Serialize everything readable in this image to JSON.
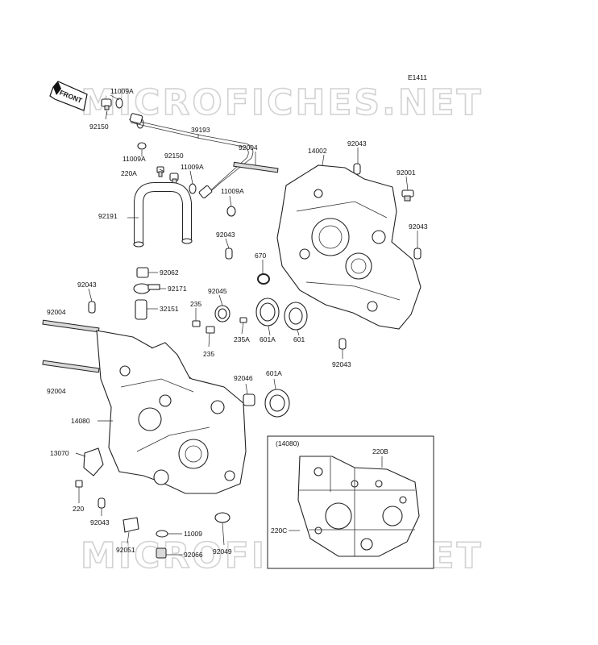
{
  "diagram": {
    "code": "E1411",
    "front_label": "FRONT",
    "watermark": "MICROFICHES.NET",
    "inset_title": "(14080)",
    "labels": [
      {
        "id": "l1",
        "text": "11009A"
      },
      {
        "id": "l2",
        "text": "92150"
      },
      {
        "id": "l3",
        "text": "39193"
      },
      {
        "id": "l4",
        "text": "11009A"
      },
      {
        "id": "l5",
        "text": "92150"
      },
      {
        "id": "l6",
        "text": "220A"
      },
      {
        "id": "l7",
        "text": "11009A"
      },
      {
        "id": "l8",
        "text": "11009A"
      },
      {
        "id": "l9",
        "text": "92004"
      },
      {
        "id": "l10",
        "text": "14002"
      },
      {
        "id": "l11",
        "text": "92043"
      },
      {
        "id": "l12",
        "text": "92001"
      },
      {
        "id": "l13",
        "text": "92191"
      },
      {
        "id": "l14",
        "text": "92043"
      },
      {
        "id": "l15",
        "text": "92043"
      },
      {
        "id": "l16",
        "text": "670"
      },
      {
        "id": "l17",
        "text": "92062"
      },
      {
        "id": "l18",
        "text": "92043"
      },
      {
        "id": "l19",
        "text": "92171"
      },
      {
        "id": "l20",
        "text": "92045"
      },
      {
        "id": "l21",
        "text": "235"
      },
      {
        "id": "l22",
        "text": "32151"
      },
      {
        "id": "l23",
        "text": "92004"
      },
      {
        "id": "l24",
        "text": "235A"
      },
      {
        "id": "l25",
        "text": "601A"
      },
      {
        "id": "l26",
        "text": "601"
      },
      {
        "id": "l27",
        "text": "235"
      },
      {
        "id": "l28",
        "text": "92043"
      },
      {
        "id": "l29",
        "text": "92004"
      },
      {
        "id": "l30",
        "text": "92046"
      },
      {
        "id": "l31",
        "text": "601A"
      },
      {
        "id": "l32",
        "text": "14080"
      },
      {
        "id": "l33",
        "text": "13070"
      },
      {
        "id": "l34",
        "text": "220"
      },
      {
        "id": "l35",
        "text": "92043"
      },
      {
        "id": "l36",
        "text": "11009"
      },
      {
        "id": "l37",
        "text": "92051"
      },
      {
        "id": "l38",
        "text": "92049"
      },
      {
        "id": "l39",
        "text": "92066"
      },
      {
        "id": "l40",
        "text": "220B"
      },
      {
        "id": "l41",
        "text": "220C"
      }
    ]
  }
}
